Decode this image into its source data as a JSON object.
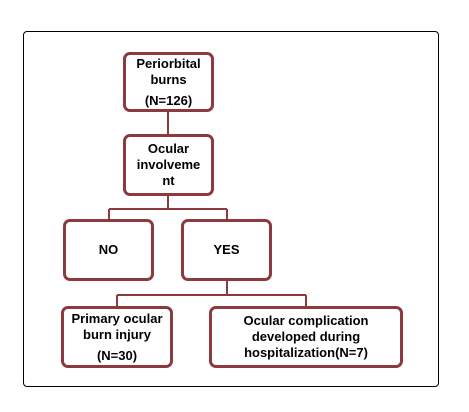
{
  "nodes": {
    "periorbital": {
      "line1": "Periorbital",
      "line2": "burns",
      "line3": "(N=126)"
    },
    "ocular": {
      "line1": "Ocular",
      "line2": "involveme",
      "line3": "nt"
    },
    "no": {
      "label": "NO"
    },
    "yes": {
      "label": "YES"
    },
    "primary": {
      "line1": "Primary ocular",
      "line2": "burn injury",
      "line3": "(N=30)"
    },
    "complication": {
      "line1": "Ocular complication",
      "line2": "developed during",
      "line3": "hospitalization(N=7)"
    }
  },
  "colors": {
    "node_border": "#8b3a3e",
    "connector": "#8b3a3e",
    "frame_border": "#000000"
  }
}
